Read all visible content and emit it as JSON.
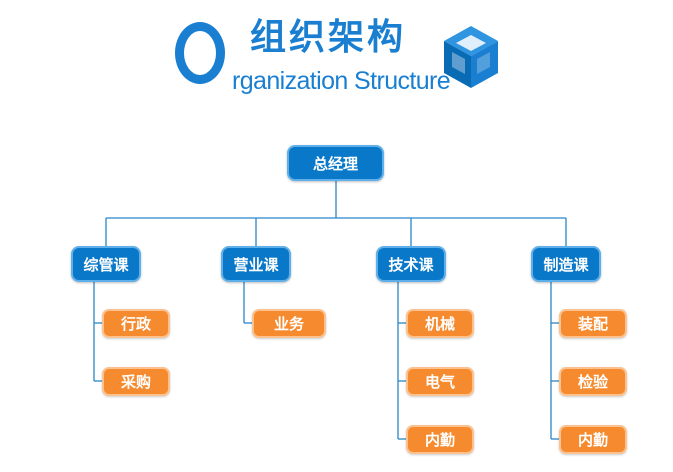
{
  "header": {
    "title_letter": "O",
    "title_cn": "组织架构",
    "title_en": "rganization Structure",
    "logo_icon": "cube-logo-icon"
  },
  "colors": {
    "brand_blue": "#1a7fd1",
    "node_blue": "#0a78c8",
    "node_orange": "#f58a2e",
    "connector": "#2a86c9"
  },
  "org": {
    "root": {
      "label": "总经理"
    },
    "departments": [
      {
        "label": "综管课",
        "units": [
          {
            "label": "行政"
          },
          {
            "label": "采购"
          }
        ]
      },
      {
        "label": "营业课",
        "units": [
          {
            "label": "业务"
          }
        ]
      },
      {
        "label": "技术课",
        "units": [
          {
            "label": "机械"
          },
          {
            "label": "电气"
          },
          {
            "label": "内勤"
          }
        ]
      },
      {
        "label": "制造课",
        "units": [
          {
            "label": "装配"
          },
          {
            "label": "检验"
          },
          {
            "label": "内勤"
          }
        ]
      }
    ]
  }
}
